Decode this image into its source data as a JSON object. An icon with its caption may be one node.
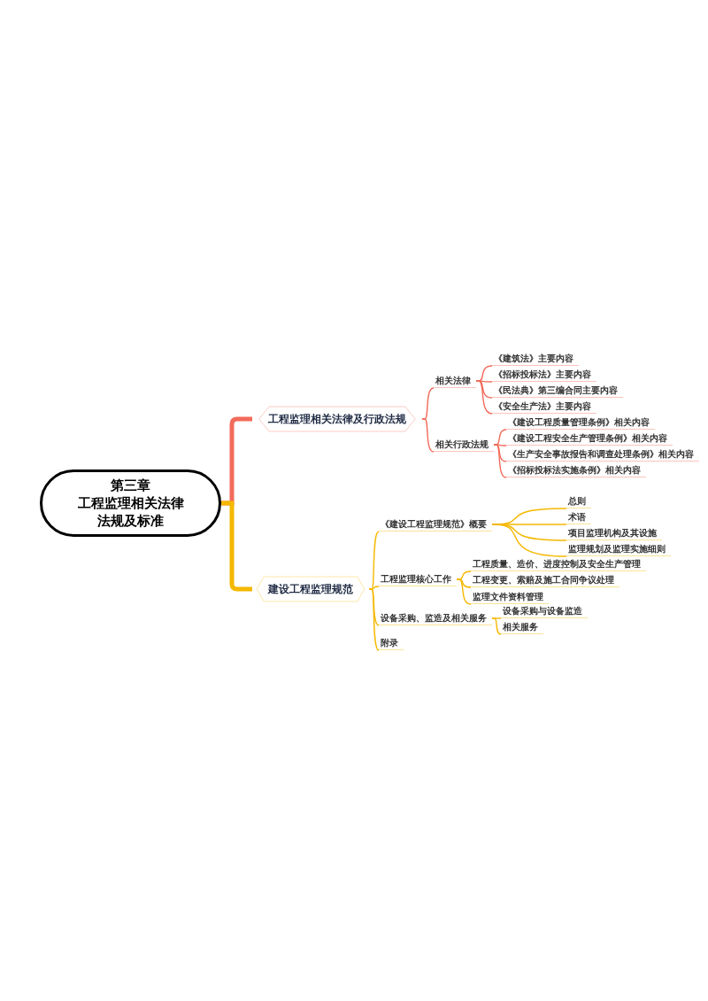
{
  "diagram": {
    "nodes": [
      {
        "text": [
          "第三章",
          "工程监理相关法律法规及标准"
        ]
      },
      {
        "text": [
          "工程监理相关法律及行政法规"
        ]
      },
      {
        "text": [
          "相关法律"
        ]
      },
      {
        "text": [
          "《建筑法》主要内容"
        ]
      },
      {
        "text": [
          "《招标投标法》主要内容"
        ]
      },
      {
        "text": [
          "《民法典》第三编合同主要内容"
        ]
      },
      {
        "text": [
          "《安全生产法》主要内容"
        ]
      },
      {
        "text": [
          "相关行政法规"
        ]
      },
      {
        "text": [
          "《建设工程质量管理条例》相关内容"
        ]
      },
      {
        "text": [
          "《建设工程安全生产管理条例》相关内容"
        ]
      },
      {
        "text": [
          "《生产安全事故报告和调查处理条例》相关内容"
        ]
      },
      {
        "text": [
          "《招标投标法实施条例》相关内容"
        ]
      },
      {
        "text": [
          "建设工程监理规范"
        ]
      },
      {
        "text": [
          "《建设工程监理规范》概要"
        ]
      },
      {
        "text": [
          "总则"
        ]
      },
      {
        "text": [
          "术语"
        ]
      },
      {
        "text": [
          "项目监理机构及其设施"
        ]
      },
      {
        "text": [
          "监理规划及监理实施细则"
        ]
      },
      {
        "text": [
          "工程监理核心工作"
        ]
      },
      {
        "text": [
          "工程质量、造价、进度控制及安全生产管理"
        ]
      },
      {
        "text": [
          "工程变更、索赔及施工合同争议处理"
        ]
      },
      {
        "text": [
          "监理文件资料管理"
        ]
      },
      {
        "text": [
          "设备采购、监造及相关服务"
        ]
      },
      {
        "text": [
          "设备采购与设备监造"
        ]
      },
      {
        "text": [
          "相关服务"
        ]
      },
      {
        "text": [
          "附录"
        ]
      }
    ],
    "edges": [
      {
        "from": 0,
        "to": 1,
        "arrow": "none",
        "style": "thick",
        "color": "#f26b5b"
      },
      {
        "from": 1,
        "to": 2,
        "arrow": "none",
        "color": "#f26b5b"
      },
      {
        "from": 2,
        "to": 3,
        "arrow": "none",
        "color": "#f26b5b"
      },
      {
        "from": 2,
        "to": 4,
        "arrow": "none",
        "color": "#f26b5b"
      },
      {
        "from": 2,
        "to": 5,
        "arrow": "none",
        "color": "#f26b5b"
      },
      {
        "from": 2,
        "to": 6,
        "arrow": "none",
        "color": "#f26b5b"
      },
      {
        "from": 1,
        "to": 7,
        "arrow": "none",
        "color": "#f26b5b"
      },
      {
        "from": 7,
        "to": 8,
        "arrow": "none",
        "color": "#f26b5b"
      },
      {
        "from": 7,
        "to": 9,
        "arrow": "none",
        "color": "#f26b5b"
      },
      {
        "from": 7,
        "to": 10,
        "arrow": "none",
        "color": "#f26b5b"
      },
      {
        "from": 7,
        "to": 11,
        "arrow": "none",
        "color": "#f26b5b"
      },
      {
        "from": 0,
        "to": 12,
        "arrow": "none",
        "style": "thick"
      },
      {
        "from": 12,
        "to": 13,
        "arrow": "none"
      },
      {
        "from": 13,
        "to": 14,
        "arrow": "none"
      },
      {
        "from": 13,
        "to": 15,
        "arrow": "none"
      },
      {
        "from": 13,
        "to": 16,
        "arrow": "none"
      },
      {
        "from": 13,
        "to": 17,
        "arrow": "none"
      },
      {
        "from": 12,
        "to": 18,
        "arrow": "none"
      },
      {
        "from": 18,
        "to": 19,
        "arrow": "none"
      },
      {
        "from": 18,
        "to": 20,
        "arrow": "none"
      },
      {
        "from": 18,
        "to": 21,
        "arrow": "none"
      },
      {
        "from": 12,
        "to": 22,
        "arrow": "none"
      },
      {
        "from": 22,
        "to": 23,
        "arrow": "none"
      },
      {
        "from": 22,
        "to": 24,
        "arrow": "none"
      },
      {
        "from": 12,
        "to": 25,
        "arrow": "none"
      }
    ]
  }
}
